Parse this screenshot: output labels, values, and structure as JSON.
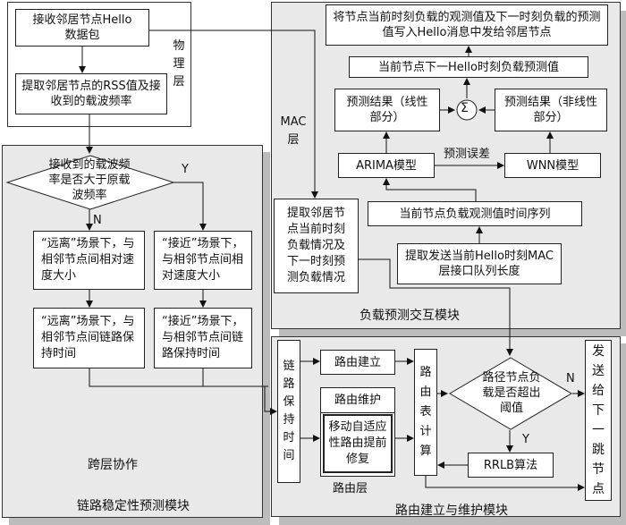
{
  "left_panel": {
    "title": "链路稳定性预测模块",
    "physical_layer": "物理层",
    "cross_layer": "跨层协作",
    "recv_hello": "接收邻居节点Hello数据包",
    "extract_rss": "提取邻居节点的RSS值及接收到的载波频率",
    "decision": "接收到的载波频率是否大于原载波频率",
    "yes": "Y",
    "no": "N",
    "far_speed": "“远离”场景下，与相邻节点间相对速度大小",
    "near_speed": "“接近”场景下，与相邻节点间相对速度大小",
    "far_link": "“远离”场景下，与相邻节点间链路保持时间",
    "near_link": "“接近”场景下，与相邻节点间链路保持时间"
  },
  "mac_panel": {
    "title": "负载预测交互模块",
    "mac_layer": "MAC层",
    "write_hello": "将节点当前时刻负载的观测值及下一时刻负载的预测值写入Hello消息中发给邻居节点",
    "next_pred": "当前节点下一Hello时刻负载预测值",
    "pred_linear": "预测结果（线性部分）",
    "sum": "Σ",
    "pred_nonlinear": "预测结果（非线性部分）",
    "arima": "ARIMA模型",
    "pred_error": "预测误差",
    "wnn": "WNN模型",
    "extract_neighbor": "提取邻居节点当前时刻负载情况及下一时刻预测负载情况",
    "time_series": "当前节点负载观测值时间序列",
    "queue_len": "提取发送当前Hello时刻MAC层接口队列长度"
  },
  "route_panel": {
    "title": "路由建立与维护模块",
    "route_layer": "路由层",
    "link_hold": "链路保持时间",
    "route_build": "路由建立",
    "route_maint": "路由维护",
    "adaptive": "移动自适应性路由提前修复",
    "route_calc": "路由表计算",
    "threshold": "路径节点负载是否超出阈值",
    "yes": "Y",
    "no": "N",
    "rrlb": "RRLB算法",
    "send_next": "发送给下一跳节点"
  }
}
